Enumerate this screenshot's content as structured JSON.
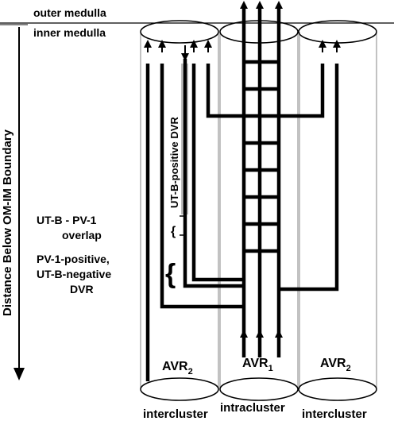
{
  "zones": {
    "outer": "outer medulla",
    "inner": "inner medulla"
  },
  "axis": {
    "label": "Distance Below OM-IM Boundary"
  },
  "labels": {
    "utb_dvr": "UT-B-positive DVR",
    "overlap_line1": "UT-B - PV-1",
    "overlap_line2": "overlap",
    "pv1_line1": "PV-1-positive,",
    "pv1_line2": "UT-B-negative",
    "pv1_line3": "DVR"
  },
  "clusters": {
    "left_sub": "2",
    "center_sub": "1",
    "right_sub": "2",
    "avr": "AVR",
    "left_name": "intercluster",
    "center_name": "intracluster",
    "right_name": "intercluster"
  }
}
